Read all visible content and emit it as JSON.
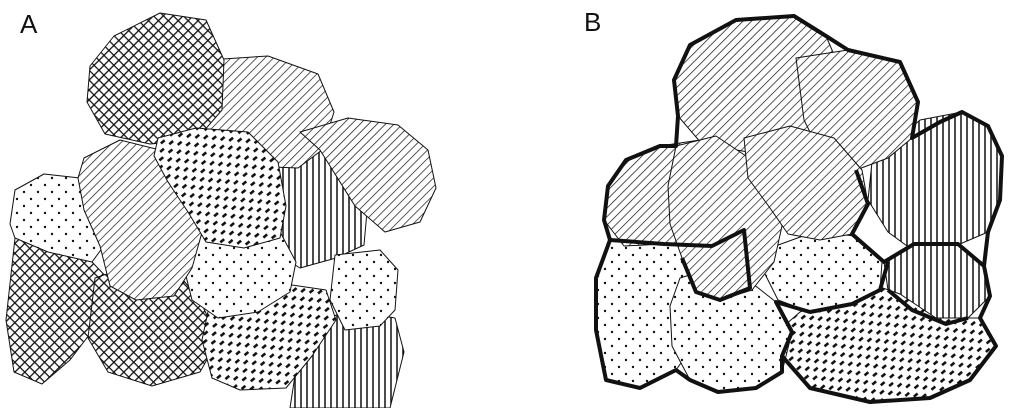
{
  "panels": [
    {
      "id": "A",
      "label": "A"
    },
    {
      "id": "B",
      "label": "B"
    }
  ],
  "pattern_legend": {
    "crosshatch": "crosshatch-pattern",
    "diagonal": "diagonal-hatch-pattern",
    "vertical": "vertical-hatch-pattern",
    "dots": "dotted-pattern",
    "dashes": "dashed-pattern"
  },
  "colors": {
    "ink": "#111111",
    "background": "#ffffff"
  }
}
